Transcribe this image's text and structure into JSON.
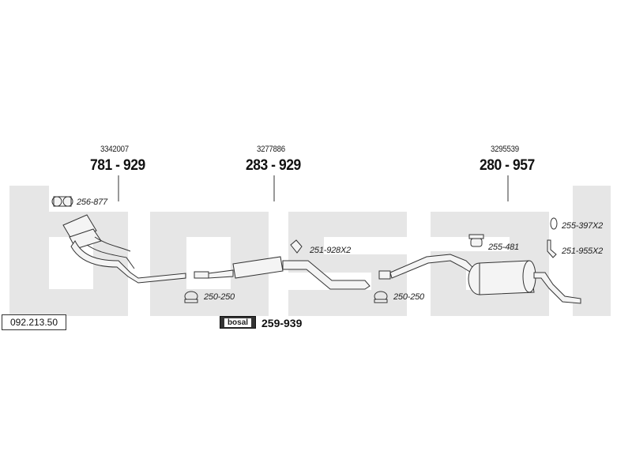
{
  "brand": {
    "watermark": "bosal",
    "logo_text": "bosal"
  },
  "drawing_id": "092.213.50",
  "sections": [
    {
      "oe_number": "3342007",
      "part_number": "781 - 929"
    },
    {
      "oe_number": "3277886",
      "part_number": "283 - 929"
    },
    {
      "oe_number": "3295539",
      "part_number": "280 - 957"
    }
  ],
  "accessories": {
    "gasket": "256-877",
    "clamp_front": "250-250",
    "clamp_rear": "250-250",
    "bracket_mid": "251-928X2",
    "rubber_mount": "255-481",
    "hanger_ring": "255-397X2",
    "bracket_rear": "251-955X2"
  },
  "mounting_kit": "259-939",
  "colors": {
    "watermark": "#e6e6e6",
    "line": "#333333",
    "fill": "#f2f2f2",
    "muffler_fill": "#d0d0d0"
  }
}
